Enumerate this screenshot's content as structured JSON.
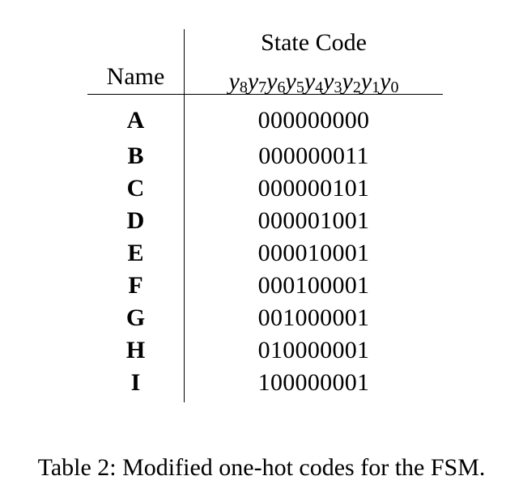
{
  "table": {
    "header": {
      "name_label": "Name",
      "code_label": "State Code",
      "bit_symbol": "y",
      "bit_indices": [
        "8",
        "7",
        "6",
        "5",
        "4",
        "3",
        "2",
        "1",
        "0"
      ]
    },
    "rows": [
      {
        "name": "A",
        "code": "000000000"
      },
      {
        "name": "B",
        "code": "000000011"
      },
      {
        "name": "C",
        "code": "000000101"
      },
      {
        "name": "D",
        "code": "000001001"
      },
      {
        "name": "E",
        "code": "000010001"
      },
      {
        "name": "F",
        "code": "000100001"
      },
      {
        "name": "G",
        "code": "001000001"
      },
      {
        "name": "H",
        "code": "010000001"
      },
      {
        "name": "I",
        "code": "100000001"
      }
    ]
  },
  "caption": "Table 2: Modified one-hot codes for the FSM."
}
